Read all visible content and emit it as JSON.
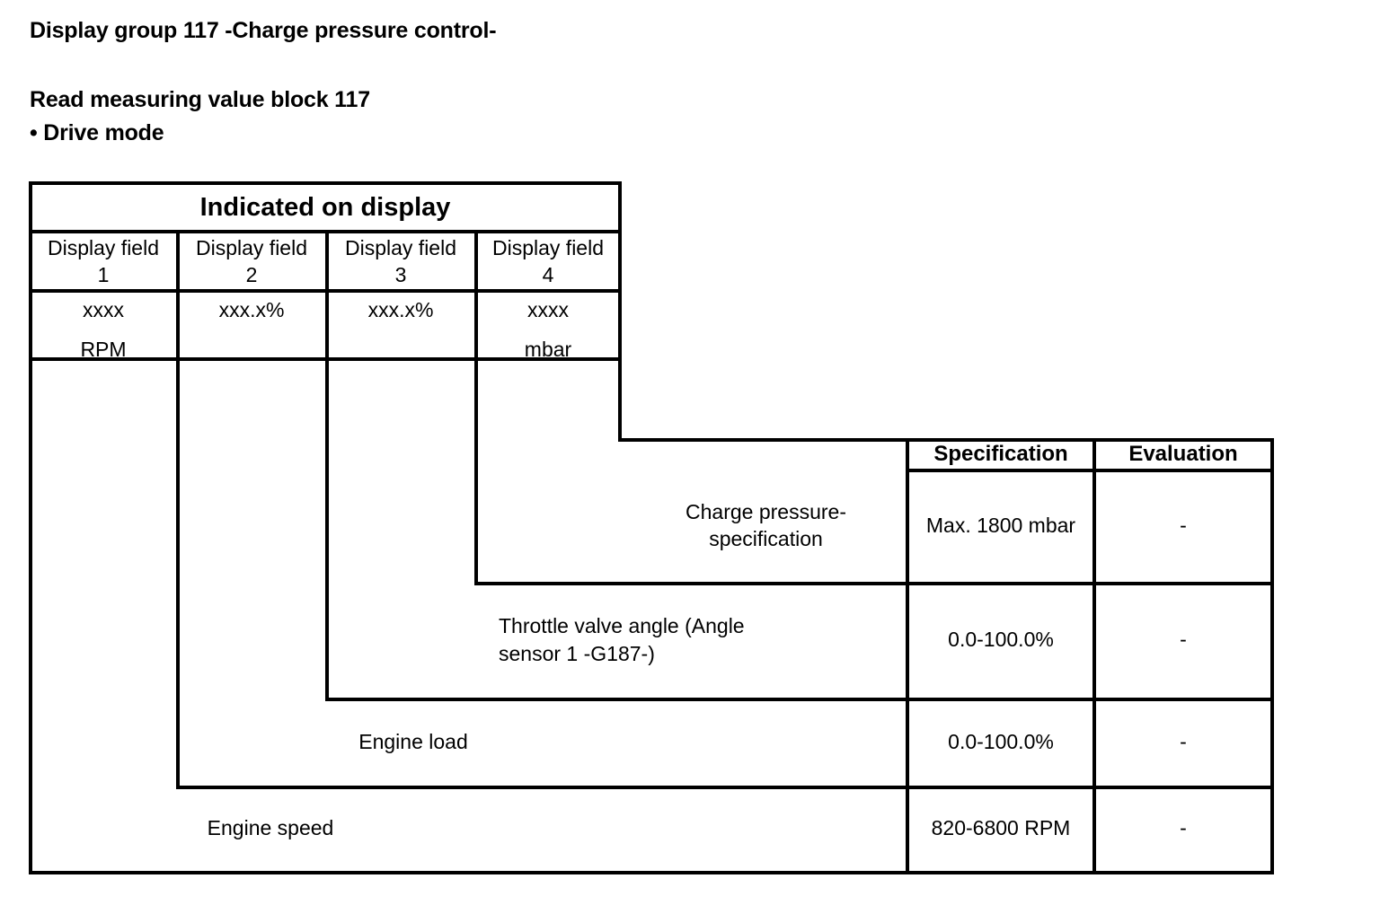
{
  "document": {
    "title": "Display group 117 -Charge pressure control-",
    "subtitle": "Read measuring value block 117",
    "bullet": "• Drive mode"
  },
  "display_table": {
    "group_header": "Indicated on display",
    "columns": [
      {
        "header_line1": "Display field",
        "header_line2": "1",
        "value_line1": "xxxx",
        "value_line2": "RPM"
      },
      {
        "header_line1": "Display field",
        "header_line2": "2",
        "value_line1": "xxx.x%",
        "value_line2": ""
      },
      {
        "header_line1": "Display field",
        "header_line2": "3",
        "value_line1": "xxx.x%",
        "value_line2": ""
      },
      {
        "header_line1": "Display field",
        "header_line2": "4",
        "value_line1": "xxxx",
        "value_line2": "mbar"
      }
    ]
  },
  "spec_table": {
    "headers": {
      "specification": "Specification",
      "evaluation": "Evaluation"
    },
    "rows": [
      {
        "description_line1": "Charge pressure-",
        "description_line2": "specification",
        "specification": "Max. 1800 mbar",
        "evaluation": "-"
      },
      {
        "description_line1": "Throttle valve angle (Angle",
        "description_line2": "sensor 1 -G187-)",
        "specification": "0.0-100.0%",
        "evaluation": "-"
      },
      {
        "description_line1": "Engine load",
        "description_line2": "",
        "specification": "0.0-100.0%",
        "evaluation": "-"
      },
      {
        "description_line1": "Engine speed",
        "description_line2": "",
        "specification": "820-6800 RPM",
        "evaluation": "-"
      }
    ]
  },
  "colors": {
    "ink": "#000000",
    "paper": "#ffffff"
  }
}
